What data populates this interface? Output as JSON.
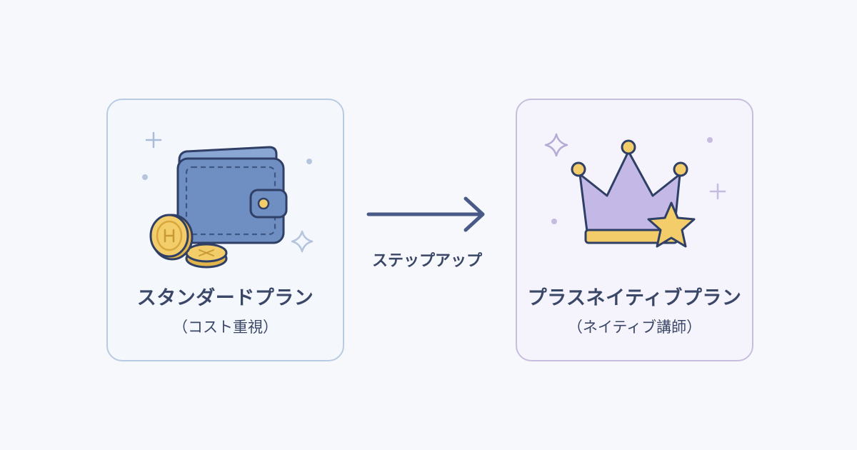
{
  "left_card": {
    "title": "スタンダードプラン",
    "subtitle": "（コスト重視）",
    "icon": "wallet-with-coins-icon"
  },
  "arrow": {
    "label": "ステップアップ",
    "icon": "right-arrow-icon"
  },
  "right_card": {
    "title": "プラスネイティブプラン",
    "subtitle": "（ネイティブ講師）",
    "icon": "crown-with-star-icon"
  },
  "colors": {
    "background": "#f7f8fb",
    "left_border": "#b9cbe3",
    "right_border": "#c7bedf",
    "text": "#3a4767",
    "wallet": "#6f8fc2",
    "gold": "#f3cd6a",
    "crown": "#c4b9e6"
  }
}
